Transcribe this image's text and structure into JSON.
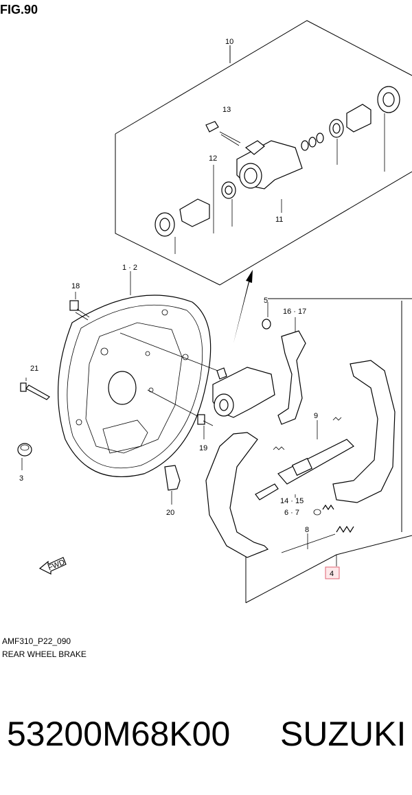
{
  "figure": {
    "title": "FIG.90",
    "caption_code": "AMF310_P22_090",
    "caption_name": "REAR WHEEL BRAKE"
  },
  "callouts": {
    "c10": "10",
    "c13": "13",
    "c12": "12",
    "c11": "11",
    "c1_2": "1 · 2",
    "c18": "18",
    "c21": "21",
    "c3": "3",
    "c19": "19",
    "c20": "20",
    "c5": "5",
    "c16_17": "16 · 17",
    "c9": "9",
    "c14_15": "14 · 15",
    "c6_7": "6 · 7",
    "c8": "8",
    "c4": "4"
  },
  "fwd_label": "FWD",
  "footer": {
    "part_number": "53200M68K00",
    "brand": "SUZUKI"
  },
  "colors": {
    "line": "#000000",
    "highlight_box": "#e06070",
    "highlight_fill": "#fde8ea"
  }
}
